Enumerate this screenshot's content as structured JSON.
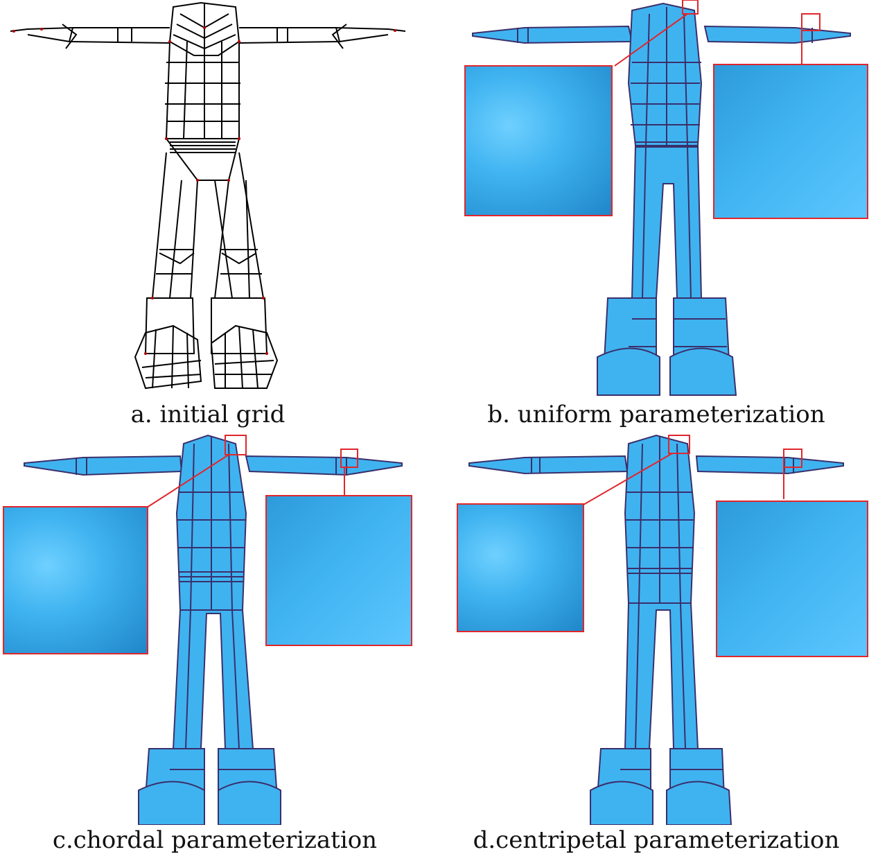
{
  "figure": {
    "panels": [
      {
        "caption": "a. initial grid",
        "style": "wireframe"
      },
      {
        "caption": "b. uniform parameterization",
        "style": "shaded"
      },
      {
        "caption": "c.chordal parameterization",
        "style": "shaded"
      },
      {
        "caption": "d.centripetal parameterization",
        "style": "shaded"
      }
    ],
    "colors": {
      "surface": "#3fb3f0",
      "surface_dark": "#1f86c9",
      "patch_lines": "#3a2f6b",
      "wire": "#000000",
      "wire_points": "#b00000",
      "zoom_box": "#e0262b"
    }
  }
}
